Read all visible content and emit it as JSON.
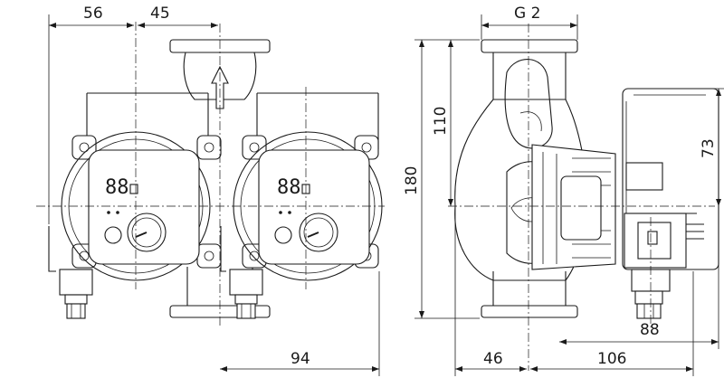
{
  "dimensions": {
    "front_width_left": "56",
    "front_width_right": "45",
    "front_offset_bottom": "94",
    "thread": "G 2",
    "height_total": "180",
    "height_upper": "110",
    "module_height": "73",
    "depth_module": "88",
    "depth_rear": "46",
    "depth_front": "106"
  },
  "display": {
    "left_readout": "88",
    "right_readout": "88"
  }
}
